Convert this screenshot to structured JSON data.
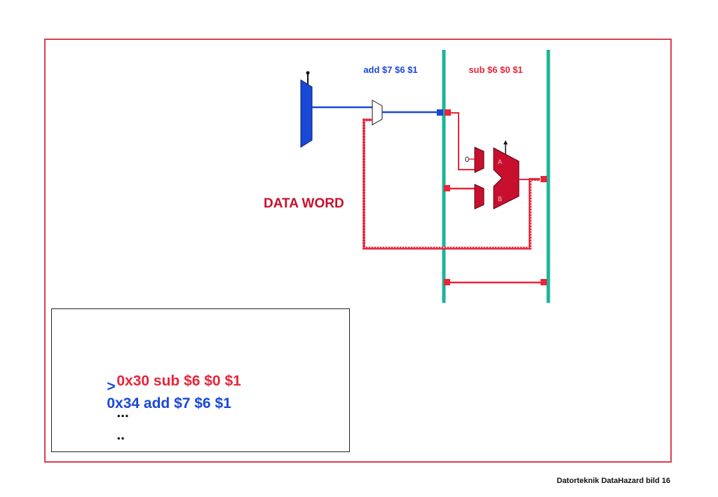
{
  "colors": {
    "red": "#e8253a",
    "blue": "#1a48d6",
    "teal": "#1fb39a",
    "dark_red": "#c8102e",
    "frame": "#d9404f"
  },
  "diagram": {
    "stage_labels": {
      "left": "add $7 $6 $1",
      "right": "sub $6 $0 $1"
    },
    "data_word": "DATA WORD",
    "constant_zero": "0",
    "alu_input_a": "A",
    "alu_input_b": "B"
  },
  "code": {
    "lines": [
      {
        "pointer": "",
        "text": "0x30 sub $6 $0 $1",
        "color": "#e8253a"
      },
      {
        "pointer": ">",
        "text": "0x34 add $7 $6 $1",
        "color": "#1a48d6"
      },
      {
        "pointer": "",
        "text": "...",
        "color": "#111111"
      },
      {
        "pointer": "",
        "text": "..",
        "color": "#111111"
      }
    ]
  },
  "footer": "Datorteknik DataHazard bild 16"
}
